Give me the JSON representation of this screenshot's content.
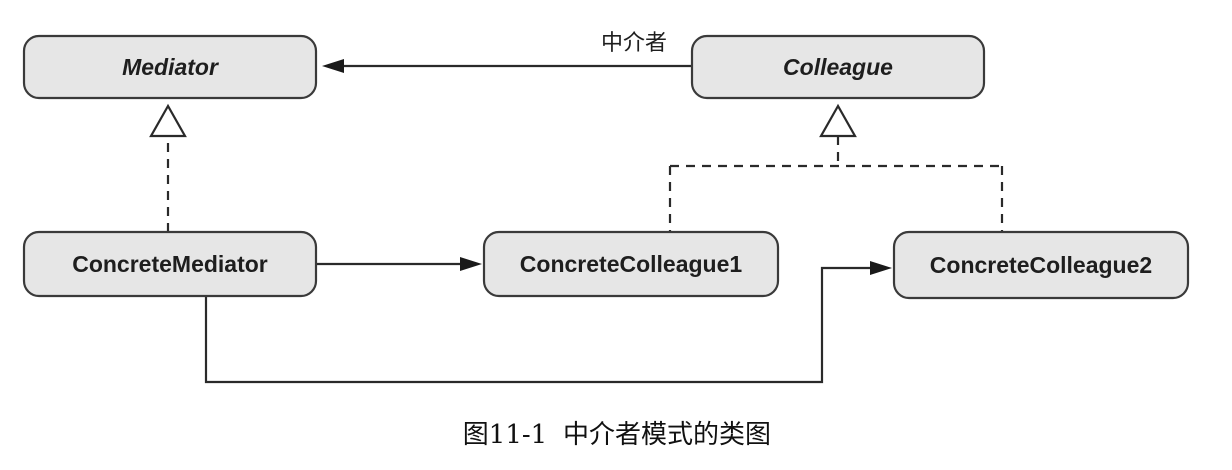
{
  "diagram": {
    "nodes": {
      "mediator": "Mediator",
      "colleague": "Colleague",
      "concrete_mediator": "ConcreteMediator",
      "concrete_colleague1": "ConcreteColleague1",
      "concrete_colleague2": "ConcreteColleague2"
    },
    "edge_labels": {
      "colleague_to_mediator": "中介者"
    },
    "caption": {
      "number": "图11-1",
      "title": "中介者模式的类图"
    }
  }
}
